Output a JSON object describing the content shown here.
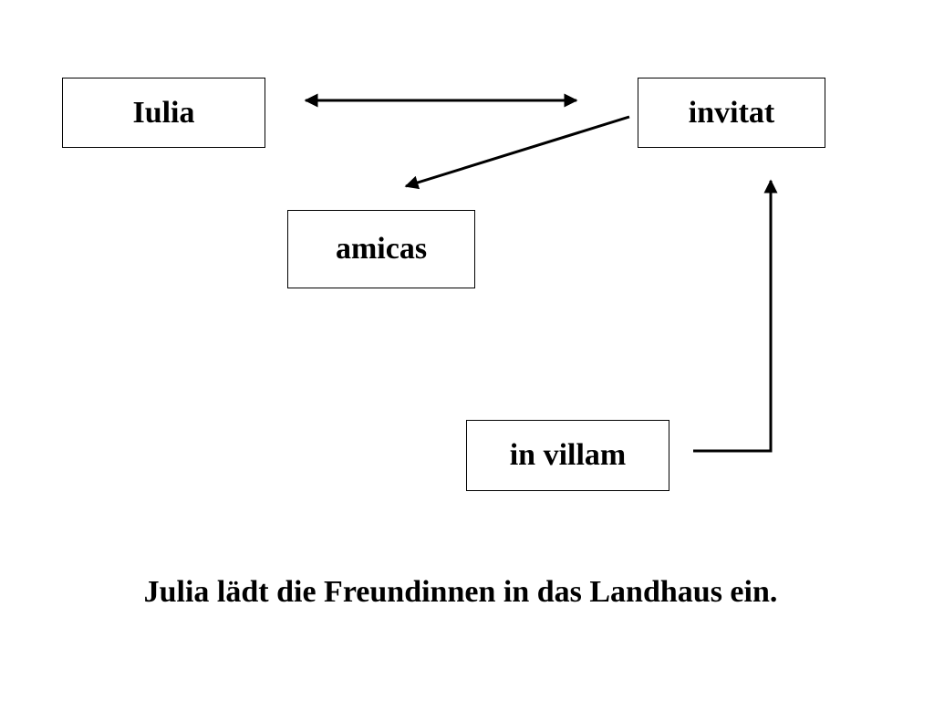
{
  "diagram": {
    "nodes": {
      "subject": "Iulia",
      "verb": "invitat",
      "object": "amicas",
      "adverbial": "in villam"
    },
    "edges": [
      {
        "from": "subject",
        "to": "verb",
        "style": "double-headed arrow"
      },
      {
        "from": "verb",
        "to": "object",
        "style": "arrow"
      },
      {
        "from": "adverbial",
        "to": "verb",
        "style": "elbow arrow"
      }
    ],
    "colors": {
      "line": "#000000",
      "box_border": "#000000",
      "background": "#ffffff"
    }
  },
  "translation": "Julia lädt die Freundinnen in das Landhaus ein."
}
